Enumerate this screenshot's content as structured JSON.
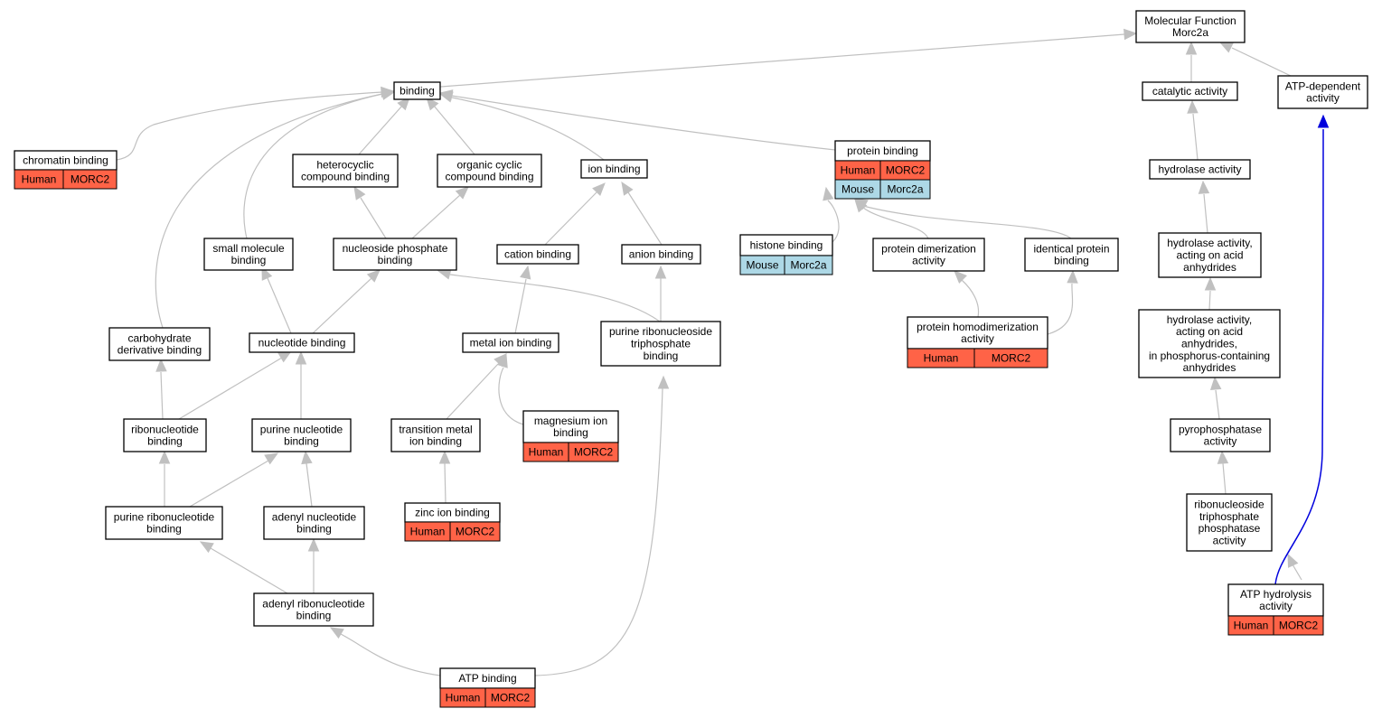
{
  "colors": {
    "human": "#ff6347",
    "mouse": "#add8e6",
    "edge": "#c0c0c0",
    "highlight_edge": "#0000dd"
  },
  "nodes": {
    "mf": {
      "lines": [
        "Molecular Function",
        "Morc2a"
      ]
    },
    "binding": {
      "lines": [
        "binding"
      ]
    },
    "catalytic": {
      "lines": [
        "catalytic activity"
      ]
    },
    "atpdep": {
      "lines": [
        "ATP-dependent",
        "activity"
      ]
    },
    "chromatin": {
      "lines": [
        "chromatin binding"
      ],
      "annot": [
        "Human",
        "MORC2"
      ]
    },
    "hetero": {
      "lines": [
        "heterocyclic",
        "compound binding"
      ]
    },
    "orgcyc": {
      "lines": [
        "organic cyclic",
        "compound binding"
      ]
    },
    "ion": {
      "lines": [
        "ion binding"
      ]
    },
    "protein": {
      "lines": [
        "protein binding"
      ],
      "annot": [
        "Human",
        "MORC2"
      ],
      "annot2": [
        "Mouse",
        "Morc2a"
      ]
    },
    "hydrolase": {
      "lines": [
        "hydrolase activity"
      ]
    },
    "smallmol": {
      "lines": [
        "small molecule",
        "binding"
      ]
    },
    "nucphos": {
      "lines": [
        "nucleoside phosphate",
        "binding"
      ]
    },
    "cation": {
      "lines": [
        "cation binding"
      ]
    },
    "anion": {
      "lines": [
        "anion binding"
      ]
    },
    "histone": {
      "lines": [
        "histone binding"
      ],
      "annot": [
        "Mouse",
        "Morc2a"
      ]
    },
    "protdimer": {
      "lines": [
        "protein dimerization",
        "activity"
      ]
    },
    "identical": {
      "lines": [
        "identical protein",
        "binding"
      ]
    },
    "hydroacid": {
      "lines": [
        "hydrolase activity,",
        "acting on acid",
        "anhydrides"
      ]
    },
    "carbo": {
      "lines": [
        "carbohydrate",
        "derivative binding"
      ]
    },
    "nucleotide": {
      "lines": [
        "nucleotide binding"
      ]
    },
    "metalion": {
      "lines": [
        "metal ion binding"
      ]
    },
    "purtri": {
      "lines": [
        "purine ribonucleoside",
        "triphosphate",
        "binding"
      ]
    },
    "homodimer": {
      "lines": [
        "protein homodimerization",
        "activity"
      ],
      "annot": [
        "Human",
        "MORC2"
      ]
    },
    "hydrophos": {
      "lines": [
        "hydrolase activity,",
        "acting on acid",
        "anhydrides,",
        "in phosphorus-containing",
        "anhydrides"
      ]
    },
    "ribonuc": {
      "lines": [
        "ribonucleotide",
        "binding"
      ]
    },
    "purnuc": {
      "lines": [
        "purine nucleotide",
        "binding"
      ]
    },
    "transmetal": {
      "lines": [
        "transition metal",
        "ion binding"
      ]
    },
    "magnesium": {
      "lines": [
        "magnesium ion",
        "binding"
      ],
      "annot": [
        "Human",
        "MORC2"
      ]
    },
    "pyrophos": {
      "lines": [
        "pyrophosphatase",
        "activity"
      ]
    },
    "purribo": {
      "lines": [
        "purine ribonucleotide",
        "binding"
      ]
    },
    "adenyl": {
      "lines": [
        "adenyl nucleotide",
        "binding"
      ]
    },
    "zinc": {
      "lines": [
        "zinc ion binding"
      ],
      "annot": [
        "Human",
        "MORC2"
      ]
    },
    "ribotri": {
      "lines": [
        "ribonucleoside",
        "triphosphate",
        "phosphatase",
        "activity"
      ]
    },
    "adenribo": {
      "lines": [
        "adenyl ribonucleotide",
        "binding"
      ]
    },
    "atphyd": {
      "lines": [
        "ATP hydrolysis",
        "activity"
      ],
      "annot": [
        "Human",
        "MORC2"
      ]
    },
    "atpbind": {
      "lines": [
        "ATP binding"
      ],
      "annot": [
        "Human",
        "MORC2"
      ]
    }
  }
}
